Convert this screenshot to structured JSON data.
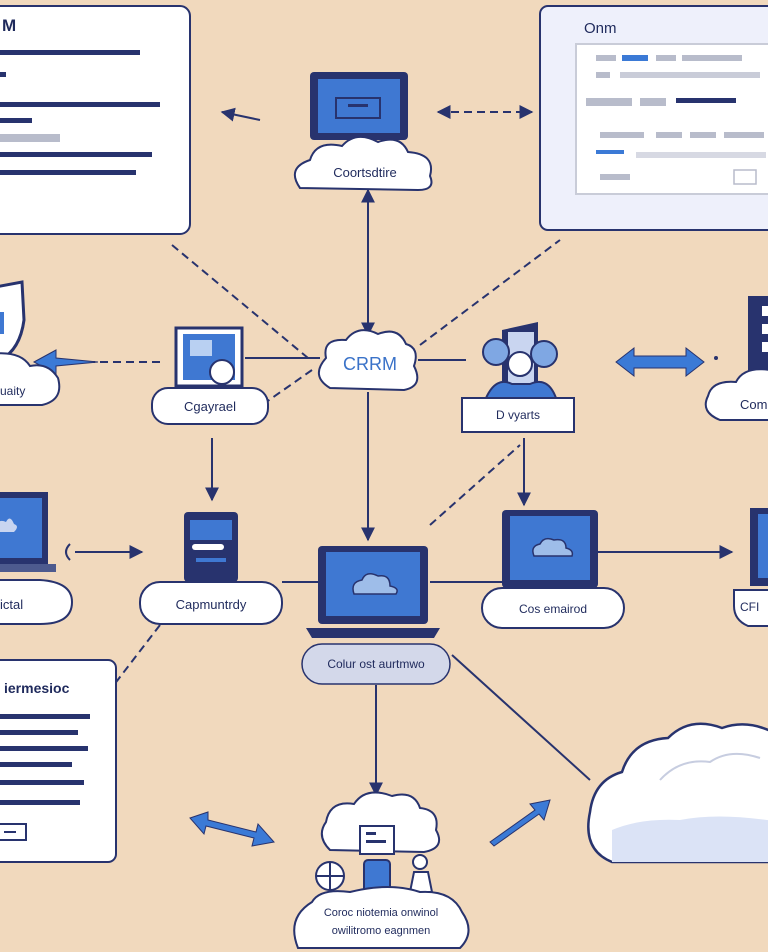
{
  "colors": {
    "background": "#f1d9bd",
    "navy": "#28336e",
    "blue": "#2f66c4",
    "panel": "#eef0fb",
    "cloud": "#ffffff"
  },
  "labels": {
    "top_left_window_title": "M",
    "top_right_window_title": "Onm",
    "top_cloud": "Coortsdtire",
    "center_hub": "CRRM",
    "left_mid_card": "Cgayrael",
    "left_edge_shield_card": "uaity",
    "right_people_card": "D vyarts",
    "right_edge_card": "Com",
    "left_low_card": "Capmuntrdy",
    "left_edge_laptop_card": "ictal",
    "center_laptop_card": "Colur ost aurtmwo",
    "right_low_card": "Cos emairod",
    "right_edge_low_card": "CFI",
    "bottom_left_doc_title": "iermesioc",
    "bottom_cloud_line1": "Coroc niotemia onwinol",
    "bottom_cloud_line2": "owilitromo eagnmen"
  },
  "icons": [
    "laptop-icon",
    "cloud-icon",
    "shield-icon",
    "server-icon",
    "document-icon",
    "people-icon",
    "mobile-device-icon",
    "bidirectional-arrow-icon"
  ]
}
